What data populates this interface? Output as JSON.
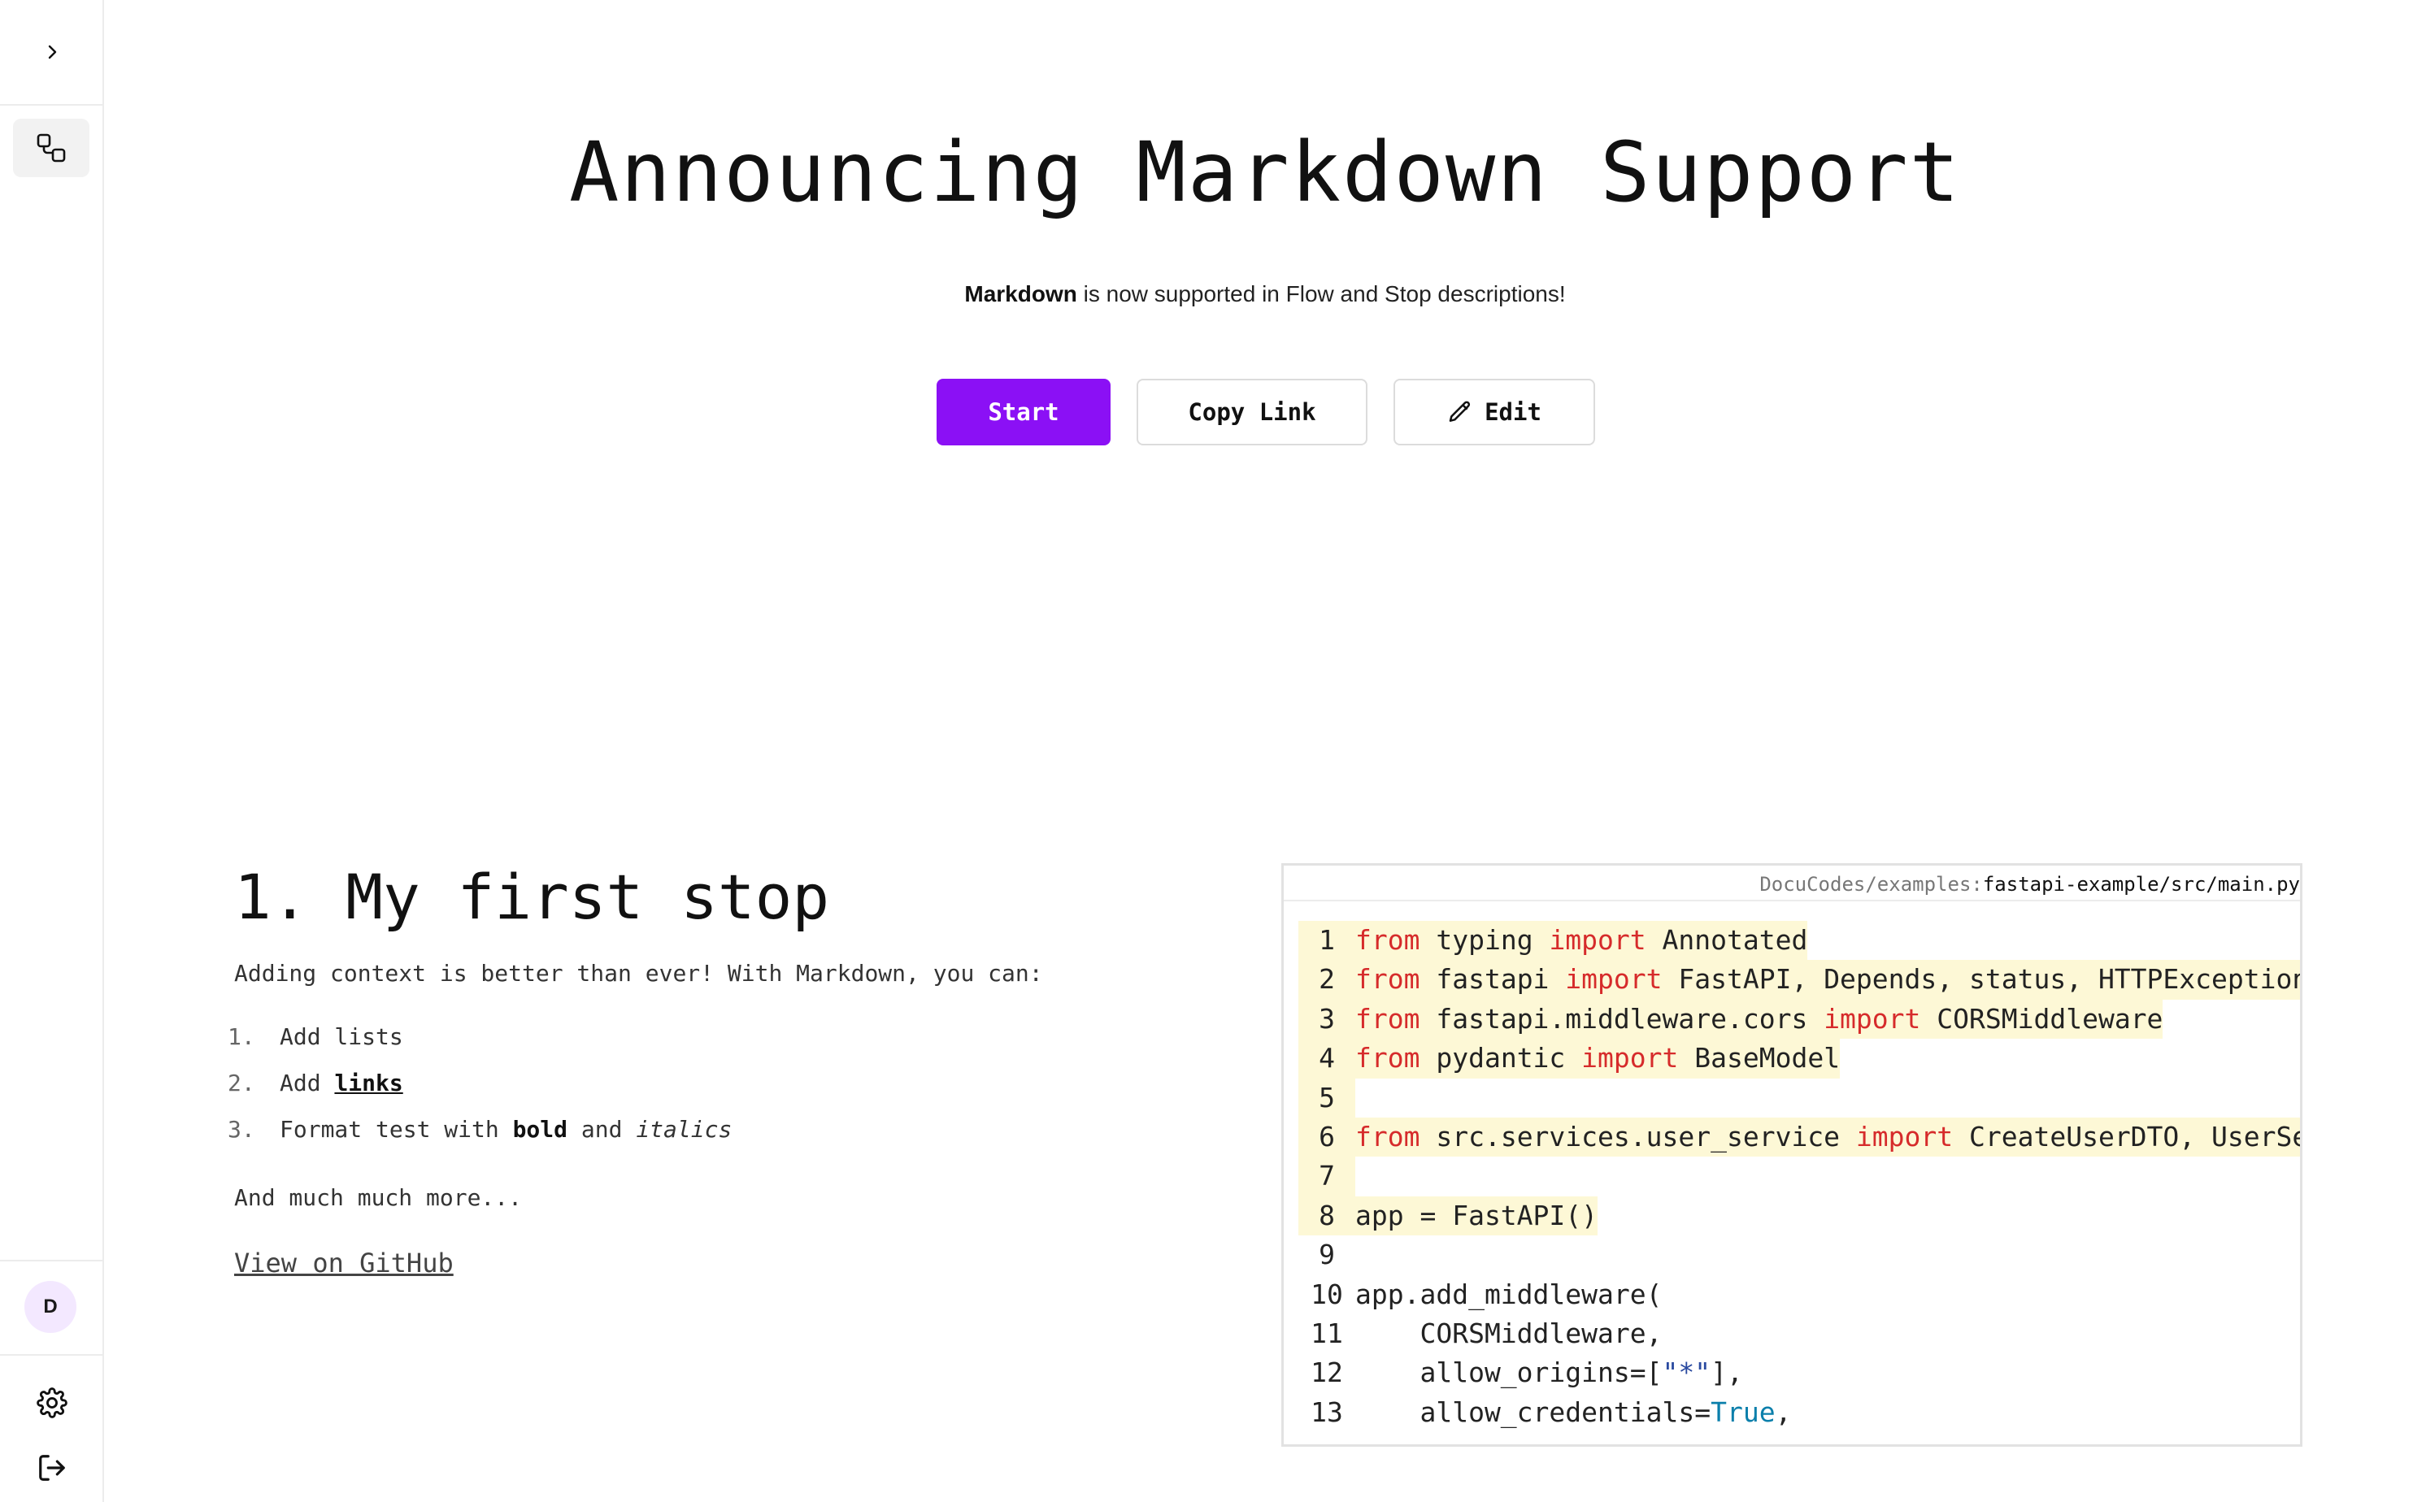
{
  "sidebar": {
    "avatar_initial": "D"
  },
  "header": {
    "title": "Announcing Markdown Support",
    "subtitle_bold": "Markdown",
    "subtitle_rest": " is now supported in Flow and Stop descriptions!",
    "start_label": "Start",
    "copy_link_label": "Copy Link",
    "edit_label": "Edit"
  },
  "stop": {
    "title": "1. My first stop",
    "intro": "Adding context is better than ever! With Markdown, you can:",
    "list": {
      "n1": "1.",
      "item1": "Add lists",
      "n2": "2.",
      "item2_prefix": "Add ",
      "item2_link": "links",
      "n3": "3.",
      "item3_prefix": "Format test with ",
      "item3_bold": "bold",
      "item3_mid": " and ",
      "item3_italic": "italics"
    },
    "more": "And much much more...",
    "github_link": "View on GitHub"
  },
  "code_panel": {
    "repo": "DocuCodes/examples:",
    "file": "fastapi-example/src/main.py",
    "lines": [
      {
        "n": "1",
        "hl": true,
        "tokens": [
          [
            "kw",
            "from"
          ],
          [
            "t",
            " typing "
          ],
          [
            "kw",
            "import"
          ],
          [
            "t",
            " Annotated"
          ]
        ]
      },
      {
        "n": "2",
        "hl": true,
        "tokens": [
          [
            "kw",
            "from"
          ],
          [
            "t",
            " fastapi "
          ],
          [
            "kw",
            "import"
          ],
          [
            "t",
            " FastAPI, Depends, status, HTTPException"
          ]
        ]
      },
      {
        "n": "3",
        "hl": true,
        "tokens": [
          [
            "kw",
            "from"
          ],
          [
            "t",
            " fastapi.middleware.cors "
          ],
          [
            "kw",
            "import"
          ],
          [
            "t",
            " CORSMiddleware"
          ]
        ]
      },
      {
        "n": "4",
        "hl": true,
        "tokens": [
          [
            "kw",
            "from"
          ],
          [
            "t",
            " pydantic "
          ],
          [
            "kw",
            "import"
          ],
          [
            "t",
            " BaseModel"
          ]
        ]
      },
      {
        "n": "5",
        "hl": true,
        "tokens": []
      },
      {
        "n": "6",
        "hl": true,
        "tokens": [
          [
            "kw",
            "from"
          ],
          [
            "t",
            " src.services.user_service "
          ],
          [
            "kw",
            "import"
          ],
          [
            "t",
            " CreateUserDTO, UserServ"
          ]
        ]
      },
      {
        "n": "7",
        "hl": true,
        "tokens": []
      },
      {
        "n": "8",
        "hl": true,
        "tokens": [
          [
            "t",
            "app = FastAPI()"
          ]
        ]
      },
      {
        "n": "9",
        "hl": false,
        "tokens": []
      },
      {
        "n": "10",
        "hl": false,
        "tokens": [
          [
            "t",
            "app.add_middleware("
          ]
        ]
      },
      {
        "n": "11",
        "hl": false,
        "tokens": [
          [
            "t",
            "    CORSMiddleware,"
          ]
        ]
      },
      {
        "n": "12",
        "hl": false,
        "tokens": [
          [
            "t",
            "    allow_origins=["
          ],
          [
            "str",
            "\"*\""
          ],
          [
            "t",
            "],"
          ]
        ]
      },
      {
        "n": "13",
        "hl": false,
        "tokens": [
          [
            "t",
            "    allow_credentials="
          ],
          [
            "bool",
            "True"
          ],
          [
            "t",
            ","
          ]
        ]
      }
    ]
  }
}
